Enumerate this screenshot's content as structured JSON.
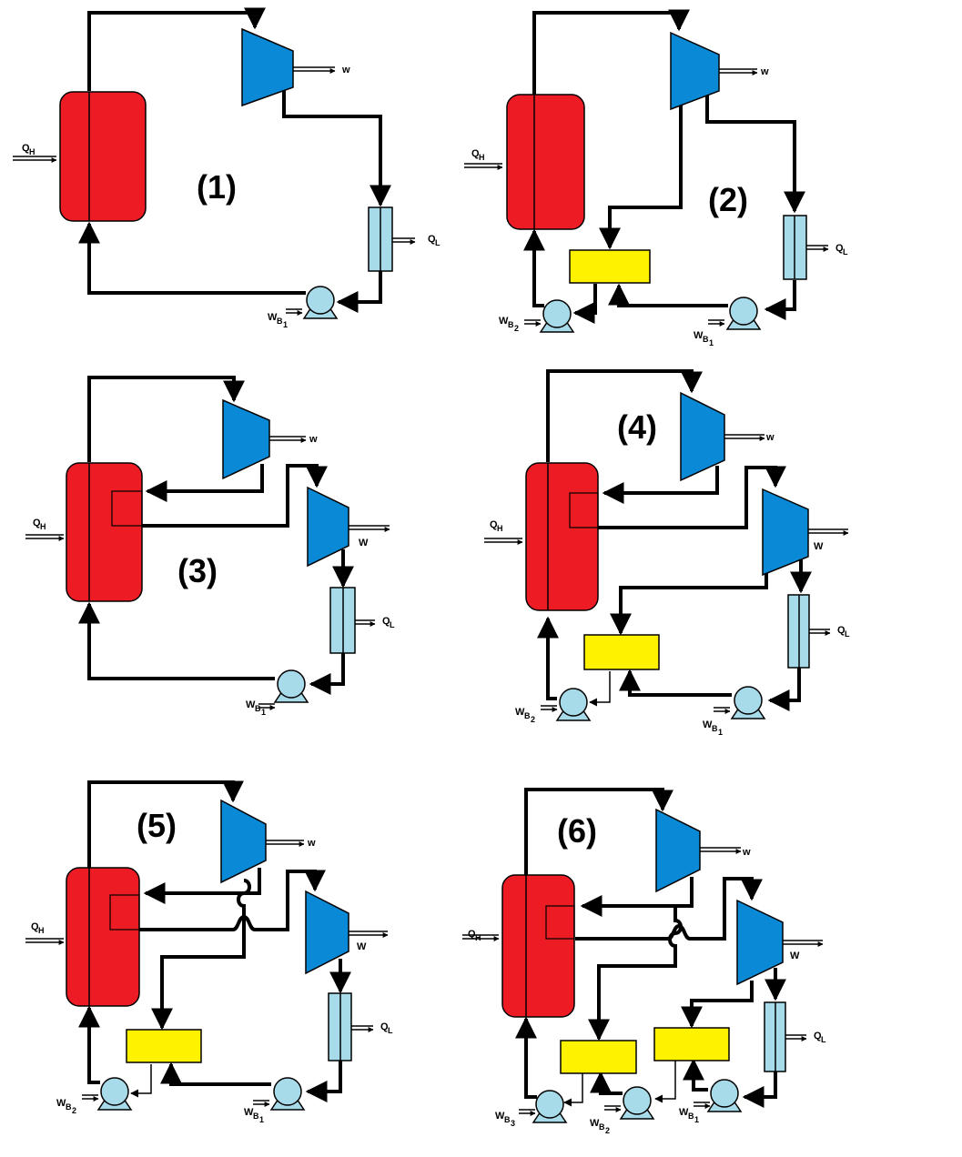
{
  "labels": {
    "qh": "Q",
    "qh_sub": "H",
    "ql": "Q",
    "ql_sub": "L",
    "w": "w",
    "W": "W",
    "wb": "W",
    "wb_sub": "B",
    "s1": "1",
    "s2": "2",
    "s3": "3"
  },
  "panels": [
    "(1)",
    "(2)",
    "(3)",
    "(4)",
    "(5)",
    "(6)"
  ],
  "colors": {
    "boiler": "#ed1c24",
    "turbine": "#0a8ad6",
    "condenser": "#a8dbea",
    "heater": "#fff200",
    "pump": "#a8dbea"
  }
}
